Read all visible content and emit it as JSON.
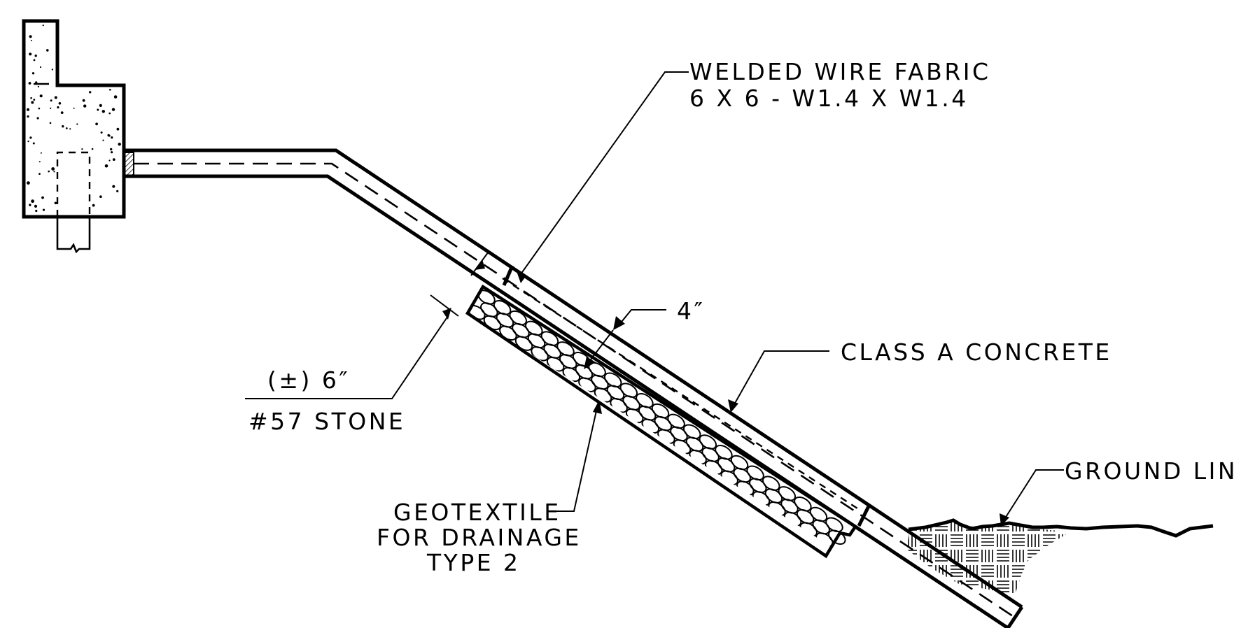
{
  "labels": {
    "welded_wire_line1": "WELDED WIRE FABRIC",
    "welded_wire_line2": "6 X 6 - W1.4 X W1.4",
    "dim_4in": "4″",
    "class_a_concrete": "CLASS A CONCRETE",
    "ground_line": "GROUND LINE",
    "stone_dim": "(±) 6″",
    "stone": "#57 STONE",
    "geotextile_line1": "GEOTEXTILE",
    "geotextile_line2": "FOR DRAINAGE",
    "geotextile_line3": "TYPE 2"
  },
  "colors": {
    "ink": "#000000",
    "background": "#ffffff"
  }
}
